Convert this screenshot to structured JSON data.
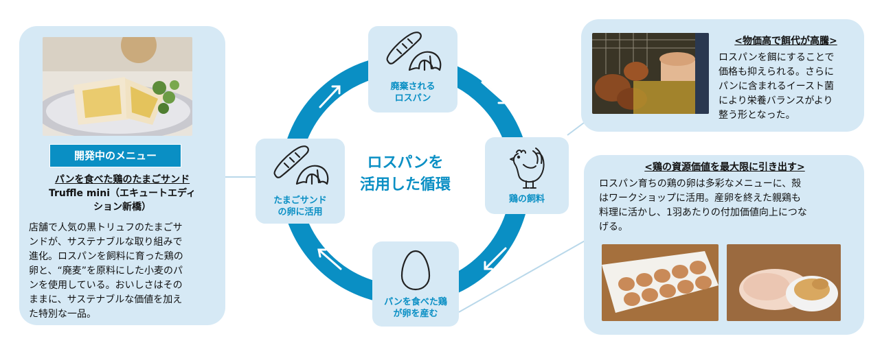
{
  "left_panel": {
    "badge": "開発中のメニュー",
    "product_title": "パンを食べた鶏のたまごサンド",
    "product_subtitle_1": "Truffle mini（エキュートエディ",
    "product_subtitle_2": "ション新橋）",
    "description_lines": [
      "店舗で人気の黒トリュフのたまごサ",
      "ンドが、サステナブルな取り組みで",
      "進化。ロスパンを飼料に育った鶏の",
      "卵と、“廃麦”を原料にした小麦のパ",
      "ンを使用している。おいしさはその",
      "ままに、サステナブルな価値を加え",
      "た特別な一品。"
    ]
  },
  "cycle": {
    "center_line_1": "ロスパンを",
    "center_line_2": "活用した循環",
    "nodes": {
      "top": {
        "line1": "廃棄される",
        "line2": "ロスパン",
        "icon": "bread-icon"
      },
      "right": {
        "line1": "鶏の飼料",
        "icon": "chicken-icon"
      },
      "bottom": {
        "line1": "パンを食べた鶏",
        "line2": "が卵を産む",
        "icon": "egg-icon"
      },
      "left": {
        "line1": "たまごサンド",
        "line2": "の卵に活用",
        "icon": "bread-icon"
      }
    },
    "colors": {
      "ring": "#0a8fc4",
      "panel": "#d6e9f5"
    }
  },
  "right_top": {
    "title": "<物価高で餌代が高騰>",
    "lines": [
      "ロスパンを餌にすることで",
      "価格も抑えられる。さらに",
      "パンに含まれるイースト菌",
      "により栄養バランスがより",
      "整う形となった。"
    ]
  },
  "right_bottom": {
    "title": "<鶏の資源価値を最大限に引き出す>",
    "lines": [
      "ロスパン育ちの鶏の卵は多彩なメニューに、殻",
      "はワークショップに活用。産卵を終えた親鶏も",
      "料理に活かし、1羽あたりの付加価値向上につな",
      "げる。"
    ]
  }
}
